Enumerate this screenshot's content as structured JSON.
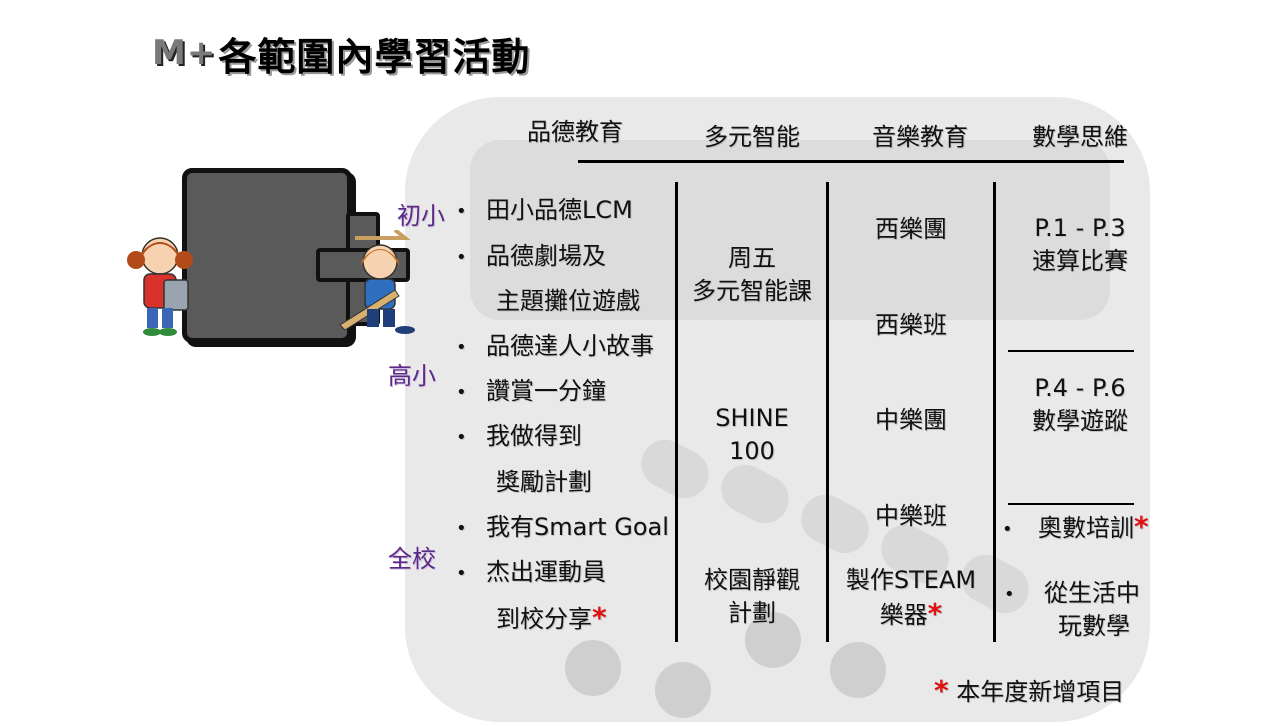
{
  "title": {
    "badge": "M+",
    "text": "各範圍內學習活動"
  },
  "columns": [
    "品德教育",
    "多元智能",
    "音樂教育",
    "數學思維"
  ],
  "levels": [
    "初小",
    "高小",
    "全校"
  ],
  "moral": {
    "items": [
      {
        "text": "田小品德LCM"
      },
      {
        "text": "品德劇場及"
      },
      {
        "text": "主題攤位遊戲",
        "indent": true
      },
      {
        "text": "品德達人小故事"
      },
      {
        "text": "讚賞一分鐘"
      },
      {
        "text": "我做得到"
      },
      {
        "text": "獎勵計劃",
        "indent": true
      },
      {
        "text": "我有Smart Goal"
      },
      {
        "text": "杰出運動員"
      },
      {
        "text": "到校分享",
        "indent": true,
        "new": true
      }
    ]
  },
  "multi": {
    "a_line1": "周五",
    "a_line2": "多元智能課",
    "b_line1": "SHINE",
    "b_line2": "100",
    "c_line1": "校園靜觀",
    "c_line2": "計劃"
  },
  "music": {
    "a": "西樂團",
    "b": "西樂班",
    "c": "中樂團",
    "d": "中樂班",
    "e_line1": "製作STEAM",
    "e_line2": "樂器"
  },
  "math": {
    "a_line1": "P.1 - P.3",
    "a_line2": "速算比賽",
    "b_line1": "P.4 - P.6",
    "b_line2": "數學遊蹤",
    "c": "奧數培訓",
    "d_line1": "從生活中",
    "d_line2": "玩數學"
  },
  "star": "*",
  "footnote": "本年度新增項目",
  "colors": {
    "level": "#5b2a86",
    "star": "#e01010",
    "watermark": "#e9e9e9"
  }
}
